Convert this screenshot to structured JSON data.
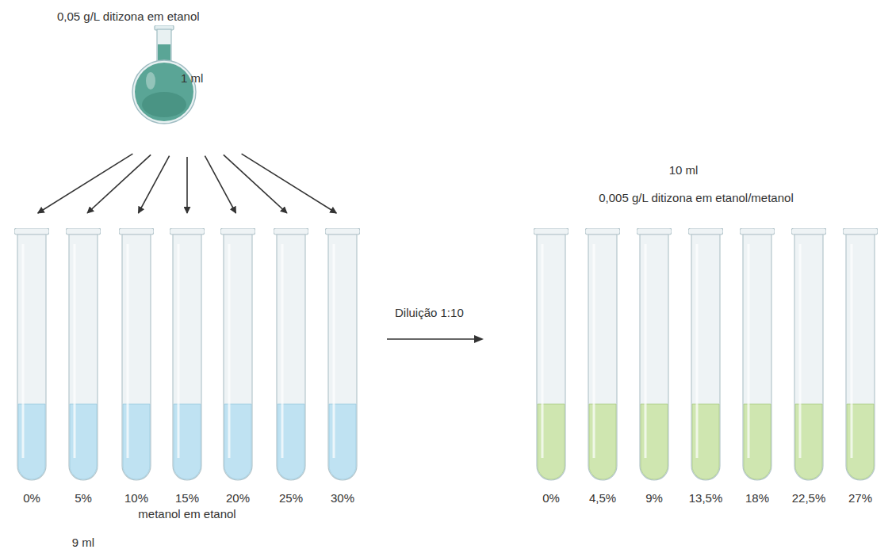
{
  "diagram": {
    "nodes": [
      {
        "text": [
          "0,05 g/L ditizona em etanol",
          "1 ml"
        ]
      },
      {
        "text": [
          "0%"
        ]
      },
      {
        "text": [
          "5%"
        ]
      },
      {
        "text": [
          "10%"
        ]
      },
      {
        "text": [
          "15%"
        ]
      },
      {
        "text": [
          "20%"
        ]
      },
      {
        "text": [
          "25%"
        ]
      },
      {
        "text": [
          "30%"
        ]
      },
      {
        "text": [
          "0%"
        ]
      },
      {
        "text": [
          "4,5%"
        ]
      },
      {
        "text": [
          "9%"
        ]
      },
      {
        "text": [
          "13,5%"
        ]
      },
      {
        "text": [
          "18%"
        ]
      },
      {
        "text": [
          "22,5%"
        ]
      },
      {
        "text": [
          "27%"
        ]
      }
    ],
    "edges": [
      {
        "from": 0,
        "to": 1,
        "arrow": "to"
      },
      {
        "from": 0,
        "to": 2,
        "arrow": "to"
      },
      {
        "from": 0,
        "to": 3,
        "arrow": "to"
      },
      {
        "from": 0,
        "to": 4,
        "arrow": "to"
      },
      {
        "from": 0,
        "to": 5,
        "arrow": "to"
      },
      {
        "from": 0,
        "to": 6,
        "arrow": "to"
      },
      {
        "from": 0,
        "to": 7,
        "arrow": "to"
      }
    ],
    "labels": [
      "metanol em etanol",
      "9 ml",
      "Diluição 1:10",
      "10 ml",
      "0,005 g/L ditizona em etanol/metanol"
    ]
  }
}
